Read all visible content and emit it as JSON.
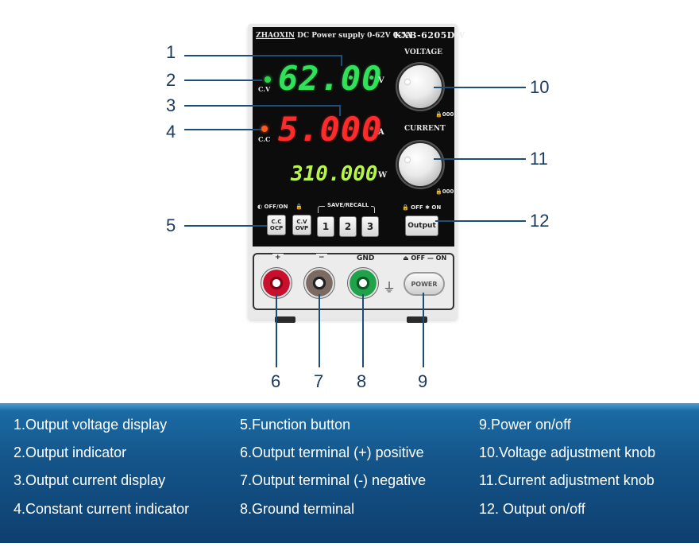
{
  "device": {
    "brand_logo": "ZHAOXIN",
    "brand_text": "DC Power supply 0-62V 0-5A",
    "model": "KXB-6205DW",
    "voltage_label": "VOLTAGE",
    "current_label": "CURRENT",
    "voltage_display": "62.00",
    "voltage_unit": "V",
    "current_display": "5.000",
    "current_unit": "A",
    "power_display": "310.000",
    "power_unit": "W",
    "cv_label": "C.V",
    "cc_label": "C.C",
    "lock_label": "OFF/ON",
    "save_recall_label": "SAVE/RECALL",
    "output_switch_label": "OFF ✱ ON",
    "btn_cc": [
      "C.C",
      "OCP"
    ],
    "btn_cv": [
      "C.V",
      "OVP"
    ],
    "memory_buttons": [
      "1",
      "2",
      "3"
    ],
    "output_button": "Output",
    "fine_mark": "000",
    "terminal_plus": "+",
    "terminal_minus": "−",
    "terminal_gnd": "GND",
    "power_switch_label": "OFF — ON",
    "power_button": "POWER",
    "colors": {
      "voltage_digits": "#2fe25a",
      "current_digits": "#ff2a2a",
      "power_digits": "#b8f54a",
      "cv_led": "#2fd24c",
      "cc_led": "#ff5a1a",
      "terminal_red": "#c8102e",
      "terminal_green": "#1fa24a"
    }
  },
  "callouts": {
    "n1": "1",
    "n2": "2",
    "n3": "3",
    "n4": "4",
    "n5": "5",
    "n6": "6",
    "n7": "7",
    "n8": "8",
    "n9": "9",
    "n10": "10",
    "n11": "11",
    "n12": "12"
  },
  "legend": {
    "col1": [
      "1.Output voltage display",
      "2.Output indicator",
      "3.Output current display",
      "4.Constant current indicator"
    ],
    "col2": [
      "5.Function button",
      "6.Output terminal (+) positive",
      "7.Output terminal (-) negative",
      "8.Ground terminal"
    ],
    "col3": [
      "9.Power on/off",
      "10.Voltage adjustment knob",
      "11.Current adjustment knob",
      "12. Output on/off"
    ]
  }
}
